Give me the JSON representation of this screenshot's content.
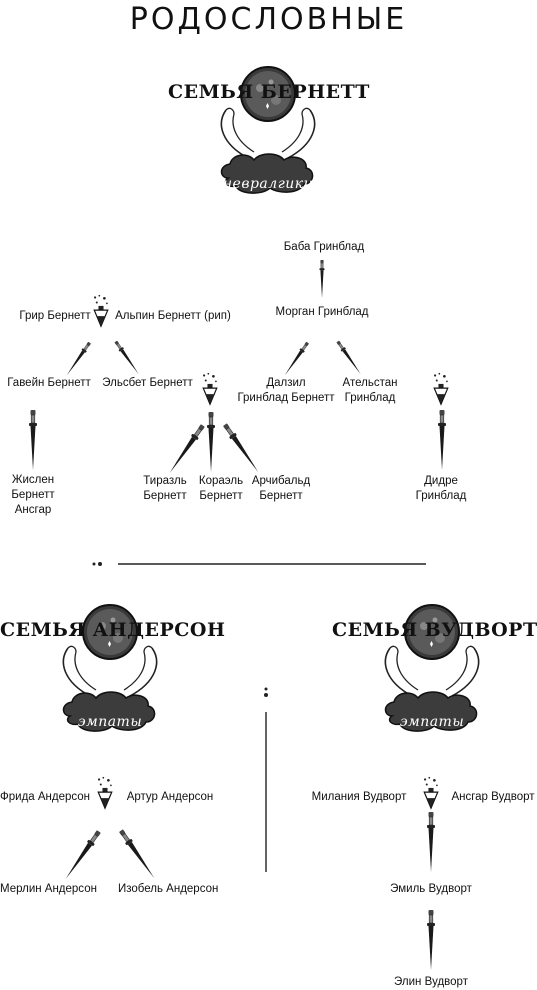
{
  "page_title": "РОДОСЛОВНЫЕ",
  "families": {
    "burnett": {
      "title": "СЕМЬЯ БЕРНЕТТ",
      "ability": "невралгики",
      "members": {
        "baba": "Баба Гринблад",
        "morgan": "Морган Гринблад",
        "grir": "Грир Бернетт",
        "alpin": "Альпин Бернетт (рип)",
        "gavein": "Гавейн Бернетт",
        "elsbet": "Эльсбет Бернетт",
        "dalzil_1": "Далзил",
        "dalzil_2": "Гринблад Бернетт",
        "atelstan_1": "Ательстан",
        "atelstan_2": "Гринблад",
        "zhislen_1": "Жислен",
        "zhislen_2": "Бернетт",
        "zhislen_3": "Ансгар",
        "tirazel_1": "Тиразль",
        "tirazel_2": "Бернетт",
        "korazel_1": "Кораэль",
        "korazel_2": "Бернетт",
        "archibald_1": "Арчибальд",
        "archibald_2": "Бернетт",
        "didre_1": "Дидре",
        "didre_2": "Гринблад"
      }
    },
    "anderson": {
      "title": "СЕМЬЯ АНДЕРСОН",
      "ability": "эмпаты",
      "members": {
        "frida": "Фрида Андерсон",
        "artur": "Артур Андерсон",
        "merlin": "Мерлин Андерсон",
        "isobel": "Изобель Андерсон"
      }
    },
    "woodworth": {
      "title": "СЕМЬЯ ВУДВОРТ",
      "ability": "эмпаты",
      "members": {
        "milania": "Милания Вудворт",
        "ansgar": "Ансгар Вудворт",
        "emil": "Эмиль Вудворт",
        "elin": "Элин Вудворт"
      }
    }
  }
}
